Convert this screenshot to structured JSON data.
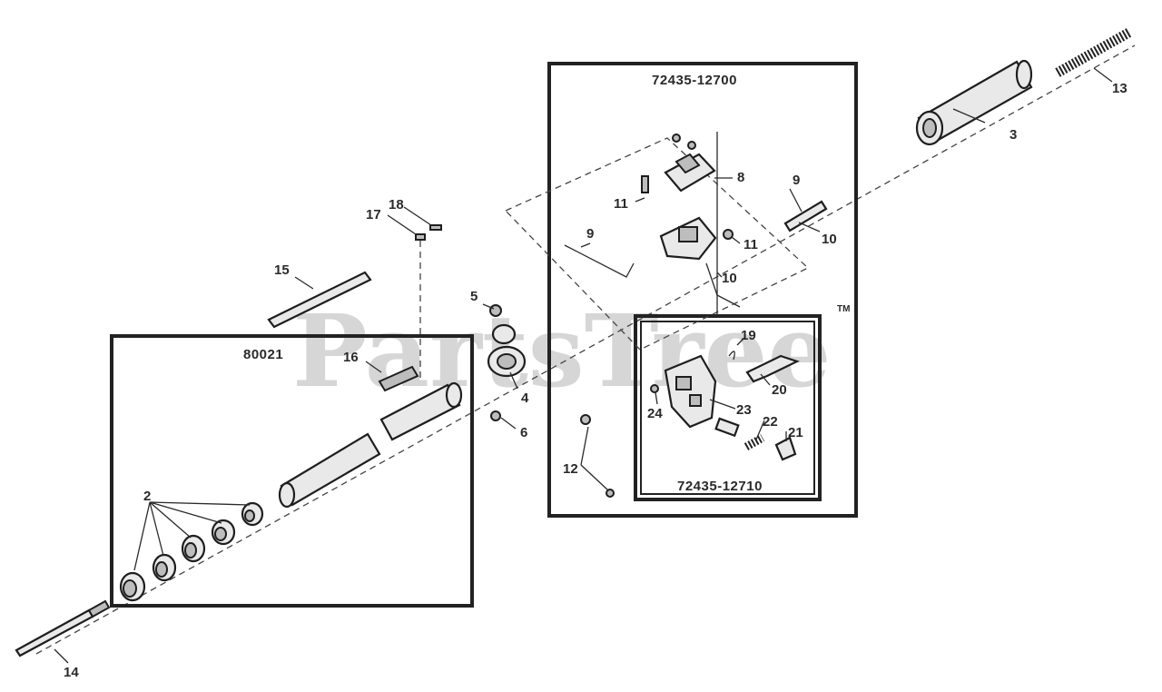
{
  "watermark": {
    "text": "PartsTree",
    "tm": "TM"
  },
  "assemblies": [
    {
      "id": "72435-12700"
    },
    {
      "id": "72435-12710"
    },
    {
      "id": "80021"
    }
  ],
  "callouts": [
    "2",
    "3",
    "4",
    "5",
    "6",
    "8",
    "9",
    "9",
    "10",
    "10",
    "11",
    "11",
    "12",
    "13",
    "14",
    "15",
    "16",
    "17",
    "18",
    "19",
    "20",
    "21",
    "22",
    "23",
    "24"
  ]
}
